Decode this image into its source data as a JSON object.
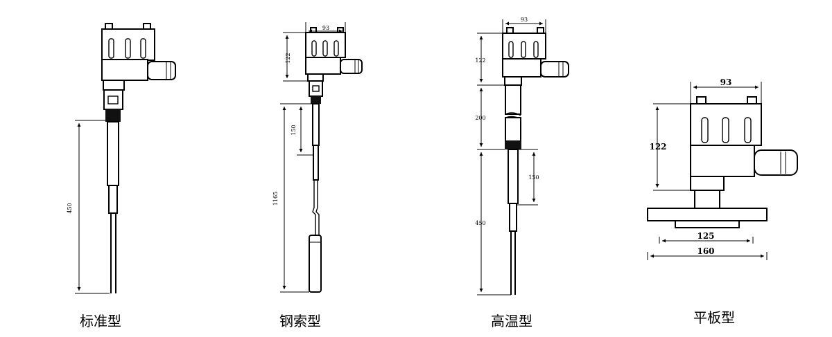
{
  "variants": [
    {
      "caption": "标准型",
      "dims": {
        "length": "450"
      }
    },
    {
      "caption": "钢索型",
      "dims": {
        "width": "93",
        "head_height": "122",
        "segment": "150",
        "length": "1165"
      }
    },
    {
      "caption": "高温型",
      "dims": {
        "width": "93",
        "head_height": "122",
        "extension": "200",
        "segment": "150",
        "length": "450"
      }
    },
    {
      "caption": "平板型",
      "dims": {
        "width": "93",
        "head_height": "122",
        "inner_diameter": "125",
        "outer_diameter": "160"
      }
    }
  ]
}
